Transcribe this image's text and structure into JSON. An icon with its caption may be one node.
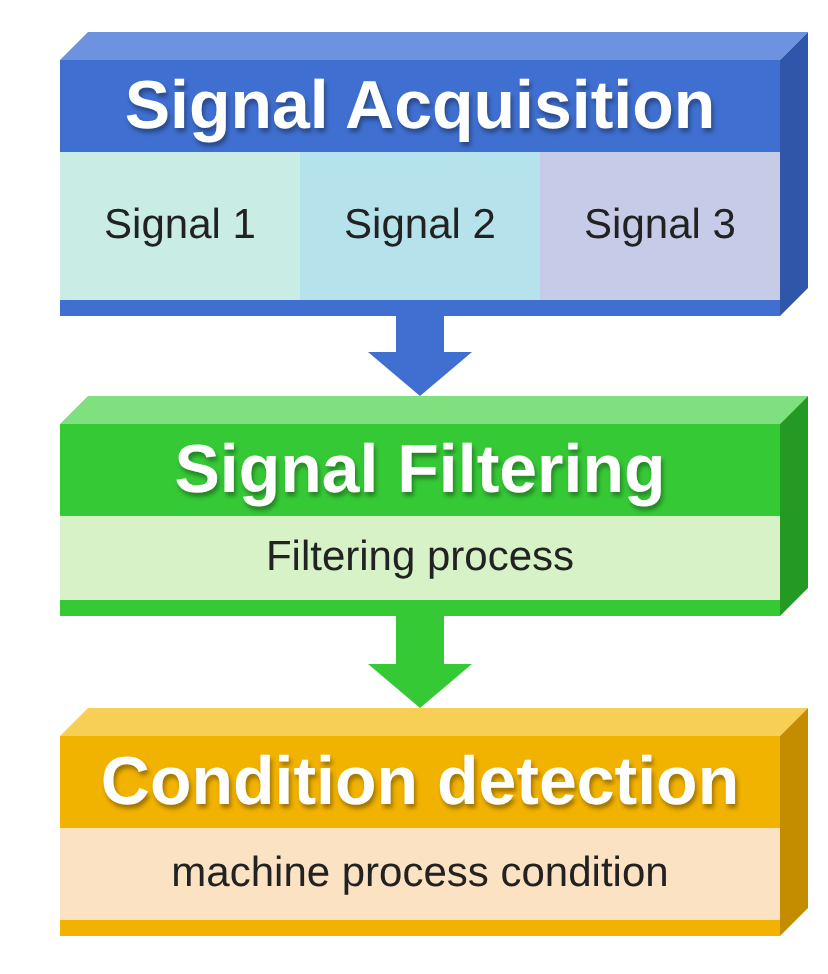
{
  "diagram": {
    "nodes": [
      {
        "text": [
          "Signal Acquisition"
        ]
      },
      {
        "text": [
          "Signal 1"
        ],
        "in": 0
      },
      {
        "text": [
          "Signal 2"
        ],
        "in": 0
      },
      {
        "text": [
          "Signal 3"
        ],
        "in": 0
      },
      {
        "text": [
          "Signal Filtering"
        ]
      },
      {
        "text": [
          "Filtering process"
        ],
        "in": 4
      },
      {
        "text": [
          "Condition detection"
        ]
      },
      {
        "text": [
          "machine process condition"
        ],
        "in": 6
      }
    ],
    "edges": [
      {
        "from": 0,
        "to": 4,
        "arrow": "to",
        "color": "#3f6fd0"
      },
      {
        "from": 4,
        "to": 6,
        "arrow": "to",
        "color": "#36c936"
      }
    ]
  }
}
